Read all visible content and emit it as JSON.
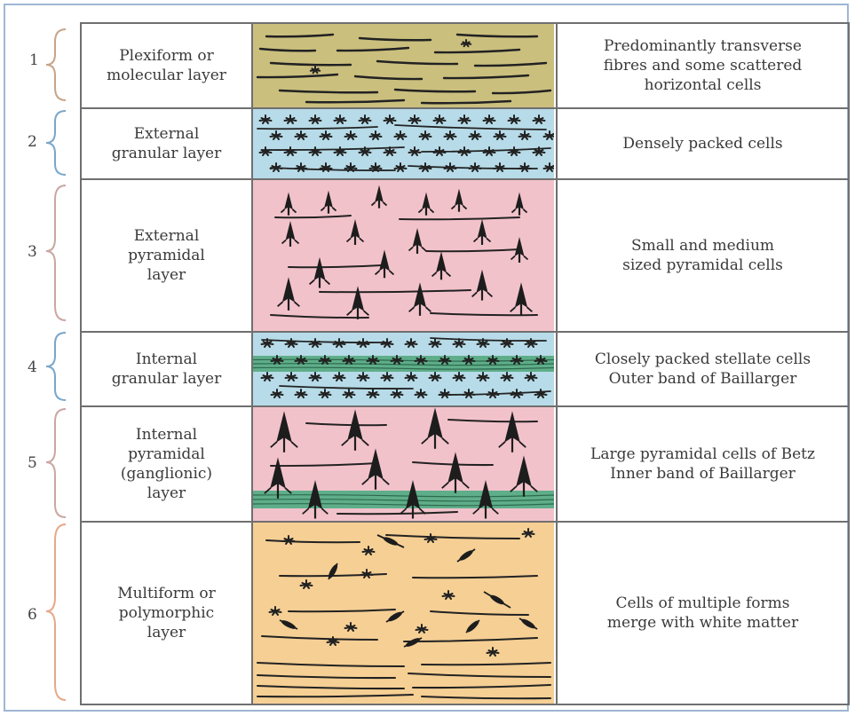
{
  "layers": [
    {
      "number": "1",
      "name": "Plexiform or\nmolecular layer",
      "description": "Predominantly transverse\nfibres and some scattered\nhorizontal cells",
      "fill": "#cbbf7e",
      "brace_color": "#c7a488"
    },
    {
      "number": "2",
      "name": "External\ngranular layer",
      "description": "Densely packed cells",
      "fill": "#b7dbe8",
      "brace_color": "#7aa6c9"
    },
    {
      "number": "3",
      "name": "External\npyramidal\nlayer",
      "description": "Small and medium\nsized pyramidal cells",
      "fill": "#f2c2cb",
      "brace_color": "#c9a7a0"
    },
    {
      "number": "4",
      "name": "Internal\ngranular layer",
      "description": "Closely packed stellate cells\nOuter band of Baillarger",
      "fill": "#b7dbe8",
      "band_fill": "#5fae8a",
      "brace_color": "#7aa6c9"
    },
    {
      "number": "5",
      "name": "Internal\npyramidal\n(ganglionic)\nlayer",
      "description": "Large pyramidal cells of Betz\nInner band of Baillarger",
      "fill": "#f2c2cb",
      "band_fill": "#5fae8a",
      "brace_color": "#c9a7a0"
    },
    {
      "number": "6",
      "name": "Multiform or\npolymorphic\nlayer",
      "description": "Cells of multiple forms\nmerge with white matter",
      "fill": "#f5cf94",
      "brace_color": "#e6a88a"
    }
  ]
}
